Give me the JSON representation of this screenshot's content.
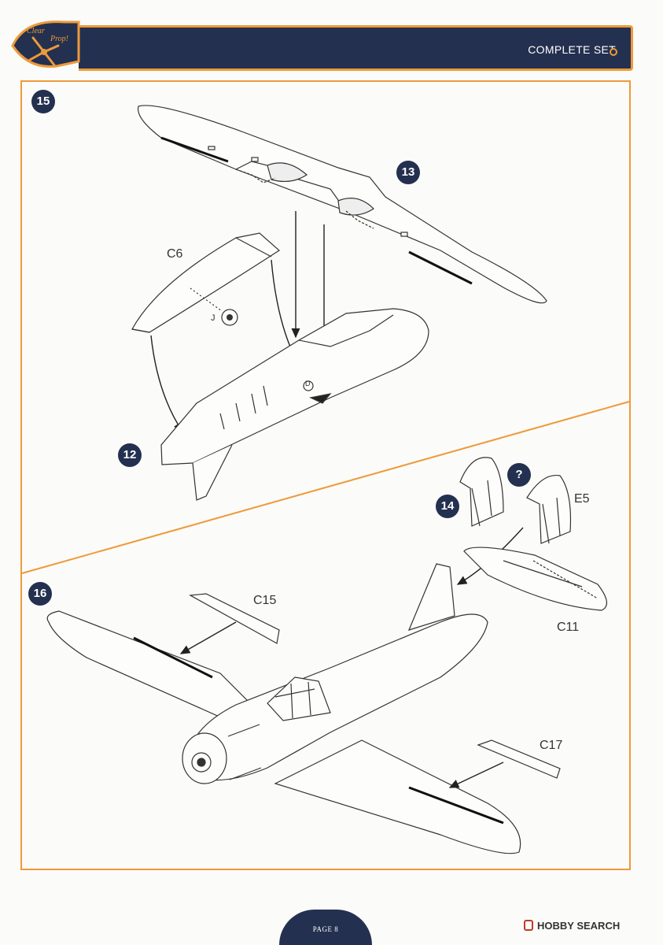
{
  "header": {
    "title": "COMPLETE SET",
    "logo_text": "Clear Prop!"
  },
  "steps": {
    "s15": "15",
    "s13": "13",
    "s12": "12",
    "s14": "14",
    "s16": "16",
    "unknown": "?"
  },
  "parts": {
    "c6": "C6",
    "j": "J",
    "e5": "E5",
    "c15": "C15",
    "c11": "C11",
    "c17": "C17",
    "fuselage_mark": "D"
  },
  "footer": {
    "page": "PAGE 8",
    "watermark": "HOBBY SEARCH"
  },
  "colors": {
    "navy": "#24304f",
    "orange": "#ee9a3a"
  }
}
